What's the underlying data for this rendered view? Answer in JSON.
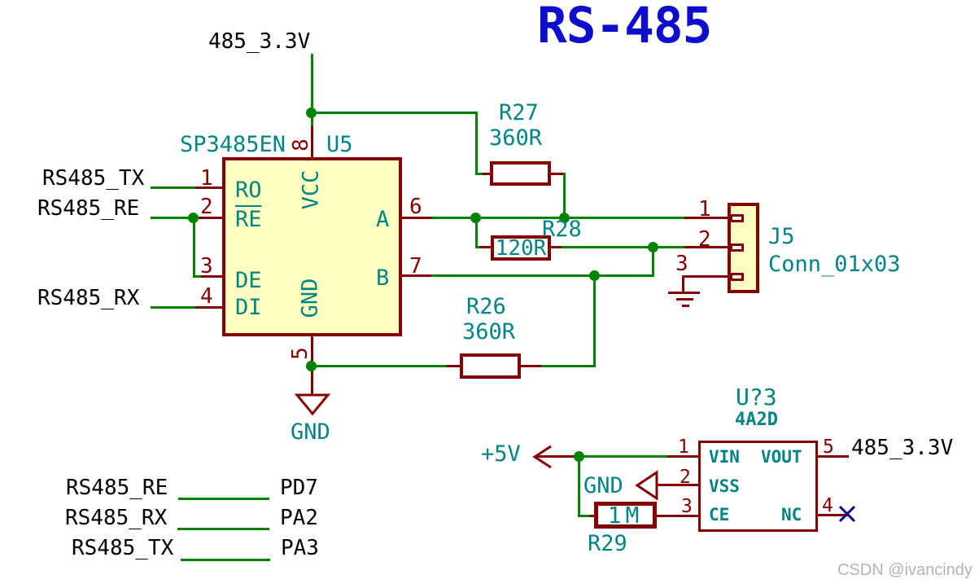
{
  "title": "RS-485",
  "watermark": "CSDN @ivancindy",
  "colors": {
    "wire": "#008400",
    "component": "#840000",
    "field_text": "#008484",
    "body_fill": "#FFFFC2",
    "net_text": "#000000",
    "title_text": "#0D0DCB",
    "no_connect": "#000084"
  },
  "nets": {
    "v485_top": "485_3.3V",
    "rs485_tx": "RS485_TX",
    "rs485_re": "RS485_RE",
    "rs485_rx": "RS485_RX",
    "gnd_main": "GND",
    "p5v": "+5V",
    "gnd_reg": "GND",
    "v485_right": "485_3.3V"
  },
  "u5": {
    "value": "SP3485EN",
    "ref": "U5",
    "pins": {
      "n1": "1",
      "n2": "2",
      "n3": "3",
      "n4": "4",
      "n5": "5",
      "n6": "6",
      "n7": "7",
      "n8": "8"
    },
    "names": {
      "ro": "RO",
      "re": "RE",
      "de": "DE",
      "di": "DI",
      "vcc": "VCC",
      "gnd": "GND",
      "a": "A",
      "b": "B"
    }
  },
  "r27": {
    "ref": "R27",
    "value": "360R"
  },
  "r28": {
    "ref": "R28",
    "value": "120R"
  },
  "r26": {
    "ref": "R26",
    "value": "360R"
  },
  "r29": {
    "ref": "R29",
    "value": "1M"
  },
  "j5": {
    "ref": "J5",
    "value": "Conn_01x03",
    "pins": {
      "n1": "1",
      "n2": "2",
      "n3": "3"
    }
  },
  "u3": {
    "ref": "U?3",
    "value": "4A2D",
    "pins": {
      "n1": "1",
      "n2": "2",
      "n3": "3",
      "n4": "4",
      "n5": "5"
    },
    "names": {
      "vin": "VIN",
      "vout": "VOUT",
      "vss": "VSS",
      "ce": "CE",
      "nc": "NC"
    },
    "out_label": "485_3.3V"
  },
  "assignments": [
    {
      "net": "RS485_RE",
      "pin": "PD7"
    },
    {
      "net": "RS485_RX",
      "pin": "PA2"
    },
    {
      "net": "RS485_TX",
      "pin": "PA3"
    }
  ]
}
